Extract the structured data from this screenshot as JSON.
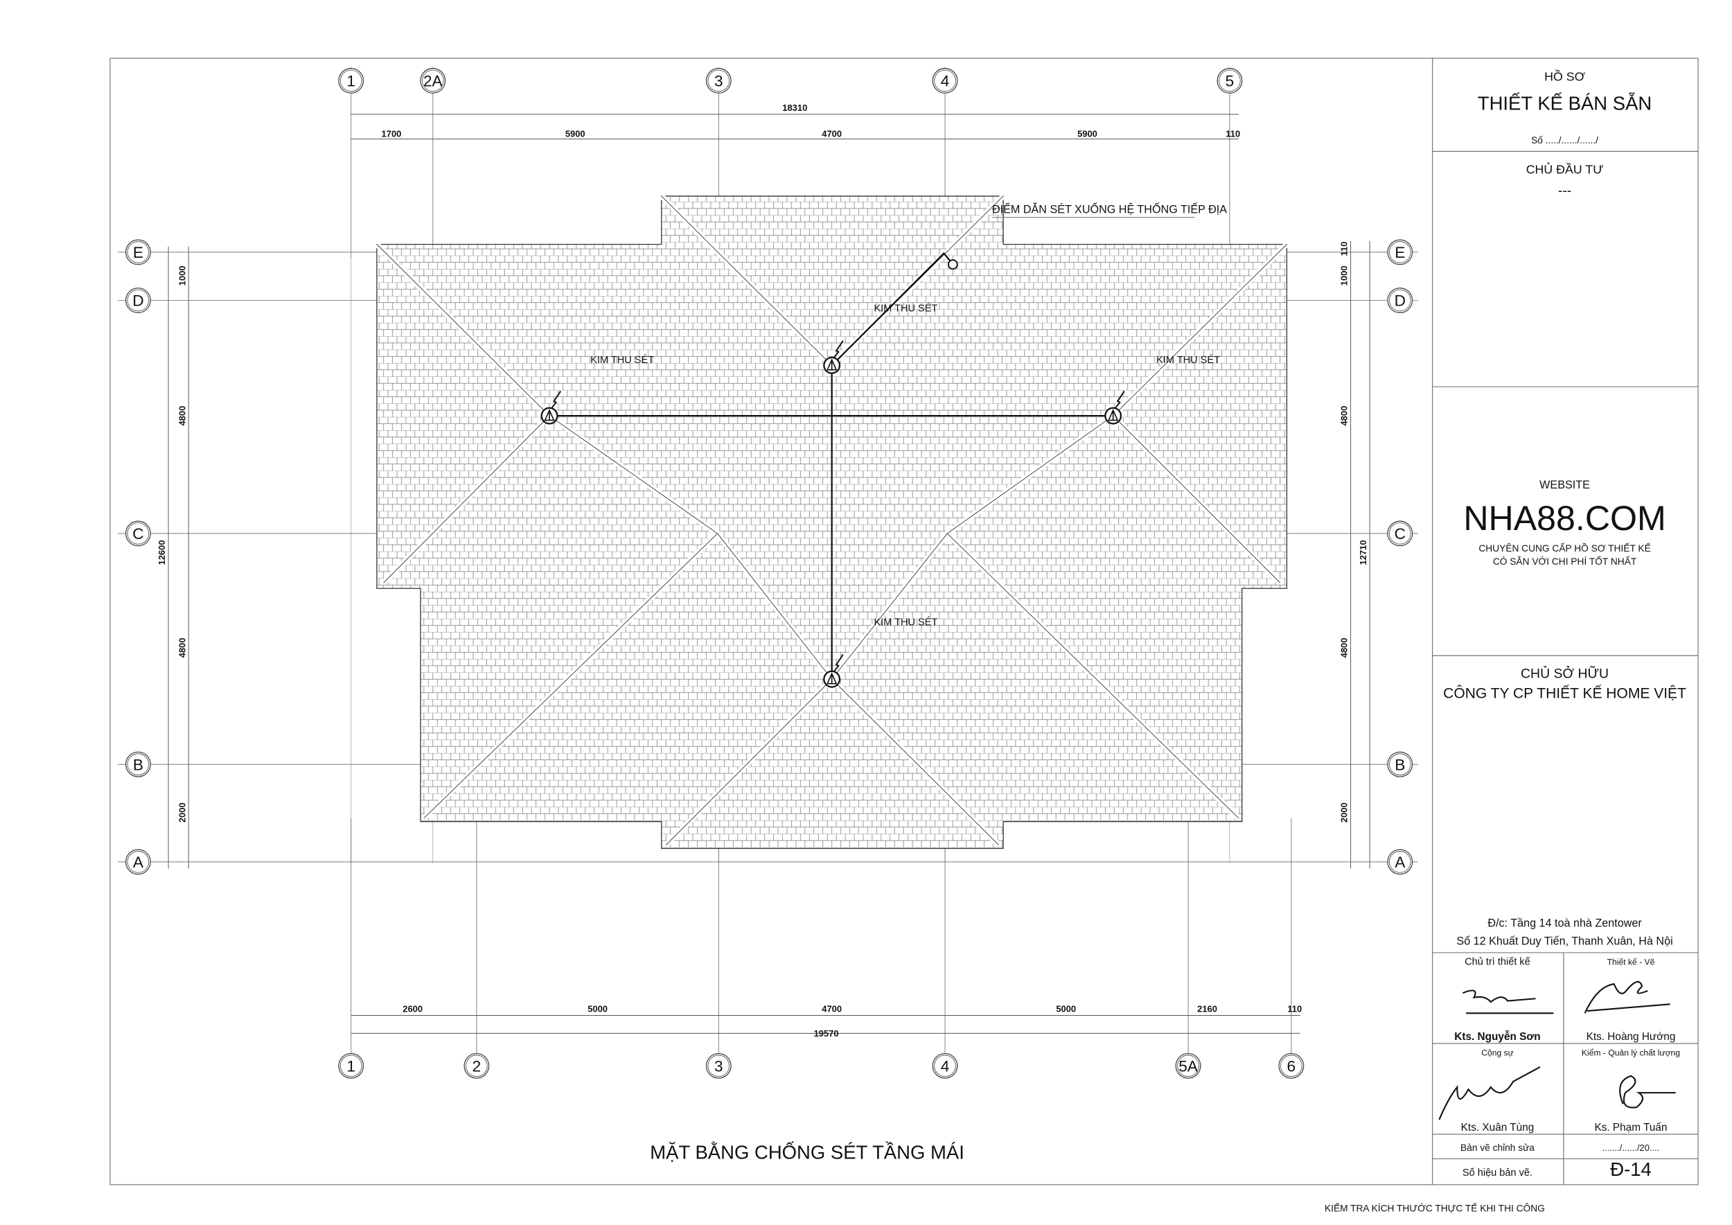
{
  "drawing": {
    "title": "MẶT BẰNG CHỐNG SÉT TẦNG MÁI",
    "footer_note": "KIỂM TRA KÍCH THƯỚC THỰC TẾ KHI THI CÔNG",
    "callout_ground": "ĐIỂM DẪN SÉT XUỐNG HỆ THỐNG TIẾP ĐỊA",
    "rod_label": "KIM THU SÉT",
    "grid_top": [
      "1",
      "2A",
      "3",
      "4",
      "5"
    ],
    "grid_bottom": [
      "1",
      "2",
      "3",
      "4",
      "5A",
      "6"
    ],
    "grid_rows": [
      "E",
      "D",
      "C",
      "B",
      "A"
    ],
    "dims_top": {
      "total": "18310",
      "segments": [
        "1700",
        "5900",
        "4700",
        "5900",
        "110"
      ]
    },
    "dims_bottom": {
      "total": "19570",
      "segments": [
        "2600",
        "5000",
        "4700",
        "5000",
        "2160",
        "110"
      ]
    },
    "dims_left": {
      "total": "12600",
      "segments": [
        "1000",
        "4800",
        "4800",
        "2000"
      ]
    },
    "dims_right": {
      "total": "12710",
      "segments": [
        "110",
        "1000",
        "4800",
        "4800",
        "2000"
      ]
    }
  },
  "title_block": {
    "dossier": "HỒ SƠ",
    "dossier_title": "THIẾT KẾ BÁN SẴN",
    "number": "Số ...../....../....../",
    "investor_label": "CHỦ ĐẦU TƯ",
    "investor_value": "---",
    "website_label": "WEBSITE",
    "website": "NHA88.COM",
    "tagline_1": "CHUYÊN CUNG CẤP HỒ SƠ THIẾT KẾ",
    "tagline_2": "CÓ SẴN VỚI CHI PHÍ TỐT NHẤT",
    "owner_label": "CHỦ SỞ HỮU",
    "owner": "CÔNG TY CP THIẾT KẾ HOME VIỆT",
    "address_1": "Đ/c: Tầng 14 toà nhà Zentower",
    "address_2": "Số 12 Khuất Duy Tiến, Thanh Xuân, Hà Nội",
    "roles": [
      {
        "role": "Chủ trì thiết kế",
        "name": "Kts. Nguyễn Sơn"
      },
      {
        "role": "Thiết kế - Vẽ",
        "name": "Kts. Hoàng Hướng"
      },
      {
        "role": "Cộng sự",
        "name": "Kts. Xuân Tùng"
      },
      {
        "role": "Kiểm - Quản lý chất lượng",
        "name": "Ks. Phạm Tuấn"
      }
    ],
    "revision_label": "Bản vẽ chỉnh sửa",
    "revision_date": "......./....../20....",
    "sheet_label": "Số hiệu bản vẽ.",
    "sheet_no": "Đ-14"
  }
}
